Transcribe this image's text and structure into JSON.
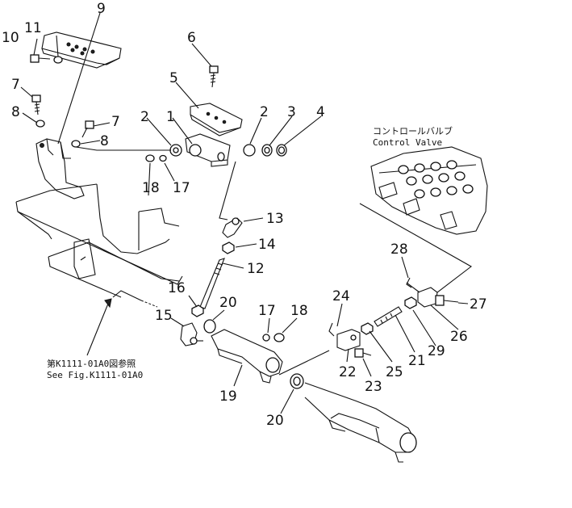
{
  "callouts": [
    {
      "id": "c1",
      "label": "1"
    },
    {
      "id": "c2a",
      "label": "2"
    },
    {
      "id": "c2b",
      "label": "2"
    },
    {
      "id": "c3",
      "label": "3"
    },
    {
      "id": "c4",
      "label": "4"
    },
    {
      "id": "c5",
      "label": "5"
    },
    {
      "id": "c6",
      "label": "6"
    },
    {
      "id": "c7a",
      "label": "7"
    },
    {
      "id": "c7b",
      "label": "7"
    },
    {
      "id": "c8a",
      "label": "8"
    },
    {
      "id": "c8b",
      "label": "8"
    },
    {
      "id": "c9",
      "label": "9"
    },
    {
      "id": "c10",
      "label": "10"
    },
    {
      "id": "c11",
      "label": "11"
    },
    {
      "id": "c12",
      "label": "12"
    },
    {
      "id": "c13",
      "label": "13"
    },
    {
      "id": "c14",
      "label": "14"
    },
    {
      "id": "c15",
      "label": "15"
    },
    {
      "id": "c16",
      "label": "16"
    },
    {
      "id": "c17a",
      "label": "17"
    },
    {
      "id": "c17b",
      "label": "17"
    },
    {
      "id": "c18a",
      "label": "18"
    },
    {
      "id": "c18b",
      "label": "18"
    },
    {
      "id": "c19",
      "label": "19"
    },
    {
      "id": "c20a",
      "label": "20"
    },
    {
      "id": "c20b",
      "label": "20"
    },
    {
      "id": "c21",
      "label": "21"
    },
    {
      "id": "c22",
      "label": "22"
    },
    {
      "id": "c23",
      "label": "23"
    },
    {
      "id": "c24",
      "label": "24"
    },
    {
      "id": "c25",
      "label": "25"
    },
    {
      "id": "c26",
      "label": "26"
    },
    {
      "id": "c27",
      "label": "27"
    },
    {
      "id": "c28",
      "label": "28"
    },
    {
      "id": "c29",
      "label": "29"
    }
  ],
  "captions": {
    "control_valve_jp": "コントロールバルブ",
    "control_valve_en": "Control Valve",
    "see_fig_jp": "第K1111-01A0図参照",
    "see_fig_en": "See Fig.K1111-01A0"
  }
}
